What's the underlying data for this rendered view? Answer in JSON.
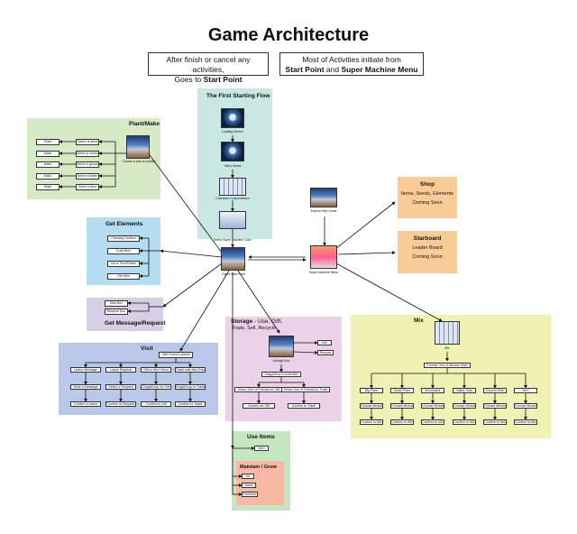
{
  "title": "Game Architecture",
  "notes": {
    "left": {
      "line1": "After finish or cancel any activities,",
      "line2_prefix": "Goes to ",
      "line2_bold": "Start Point"
    },
    "right": {
      "line1": "Most of Activities initiate from",
      "bold1": "Start Point",
      "mid": " and ",
      "bold2": "Super Machine Menu"
    }
  },
  "regions": {
    "starting_flow": {
      "title": "The First Starting Flow",
      "screens": [
        "Loading Screen",
        "Video Scene",
        "Character Customization",
        "Select Super Machine Color",
        "Game Start Point"
      ]
    },
    "plant_make": {
      "title": "Plant/Make",
      "main": "Choose a part of surface",
      "actions": [
        "Select a seed",
        "Select a mixed/tools",
        "Select a ground",
        "Select a water",
        "Select a item"
      ],
      "results": [
        "Plant",
        "Make",
        "Make",
        "Make",
        "Make"
      ]
    },
    "get_elements": {
      "title": "Get Elements",
      "items": [
        "Cleaning Surface",
        "Coal Mine",
        "Cut a Tree/Flower",
        "Get Item"
      ]
    },
    "message": {
      "title": "Get Message/Request",
      "items": [
        "Mail Box",
        "Request Box"
      ]
    },
    "visit": {
      "title": "Visit",
      "start": "Visit Friend's planet",
      "cols": [
        [
          "Leave Message",
          "Write a Message",
          "Confirm to leave"
        ],
        [
          "Leave Request",
          "Select a Request",
          "Confirm to Request"
        ],
        [
          "Gift to this Friend",
          "Drag&Drop for Gift",
          "Confirm to Gift"
        ],
        [
          "Trade with this Friend",
          "Drag&Drop to Trade",
          "Confirm to Trade"
        ]
      ]
    },
    "storage": {
      "title_bold": "Storage",
      "title_rest": " - Use, Gift,",
      "title_line2": "Trade, Sell, Recycle",
      "box": "Storage Box",
      "sell": "Sell",
      "recycle": "Recycle",
      "drag": "Drag&Drop to Activities",
      "gift_pick": "Select One of Friends for Gift",
      "trade_pick": "Select One of Friends to Trade",
      "gift_confirm": "Confirm for Gift",
      "trade_confirm": "Confirm to Trade"
    },
    "use_items": {
      "title": "Use Items",
      "item": "Item"
    },
    "maintain": {
      "title": "Maintain / Grow",
      "items": [
        "Air",
        "Water",
        "Fertilizer"
      ]
    },
    "mix": {
      "title": "Mix",
      "screen": "Mix",
      "choose": "Choose One of Mixture Style",
      "cols": [
        "Big Plant",
        "Small Plant",
        "Mountains",
        "Water Side",
        "Ground Side",
        "Item"
      ],
      "choose_mix": "Choose Mixture",
      "confirm": "Confirm to Mix"
    },
    "super_machine": {
      "explore": "Explore Mini Game",
      "menu": "Super Machine Menu"
    },
    "shop": {
      "title": "Shop",
      "items": "Items, Seeds, Elements",
      "status": "Coming Soon"
    },
    "starboard": {
      "title": "Starboard",
      "item": "Leader Board",
      "status": "Coming Soon"
    }
  },
  "colors": {
    "green": "#d6eac6",
    "teal": "#c9e7e3",
    "blue": "#b4ddf1",
    "purple": "#d6cfe6",
    "visit": "#b9c8e8",
    "pink": "#ecd2e9",
    "mix": "#eff2b2",
    "orange": "#f9cc97",
    "red": "#f7b9a3"
  }
}
